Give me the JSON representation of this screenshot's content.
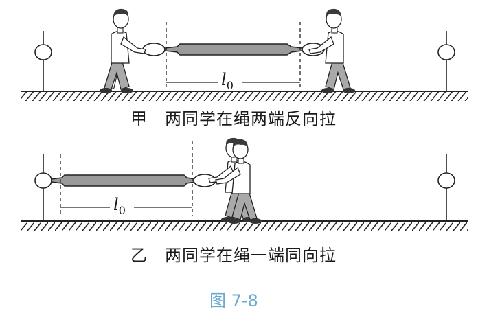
{
  "panel_a": {
    "caption": "甲　两同学在绳两端反向拉",
    "length_symbol": "l",
    "length_sub": "0"
  },
  "panel_b": {
    "caption": "乙　两同学在绳一端同向拉",
    "length_symbol": "l",
    "length_sub": "0"
  },
  "figure_label": "图 7-8",
  "colors": {
    "figure_label": "#6aa9d0",
    "rope": "#9a9a9a",
    "shirt": "#ffffff",
    "pants": "#a9a9a9",
    "hair": "#3a3a3a"
  }
}
